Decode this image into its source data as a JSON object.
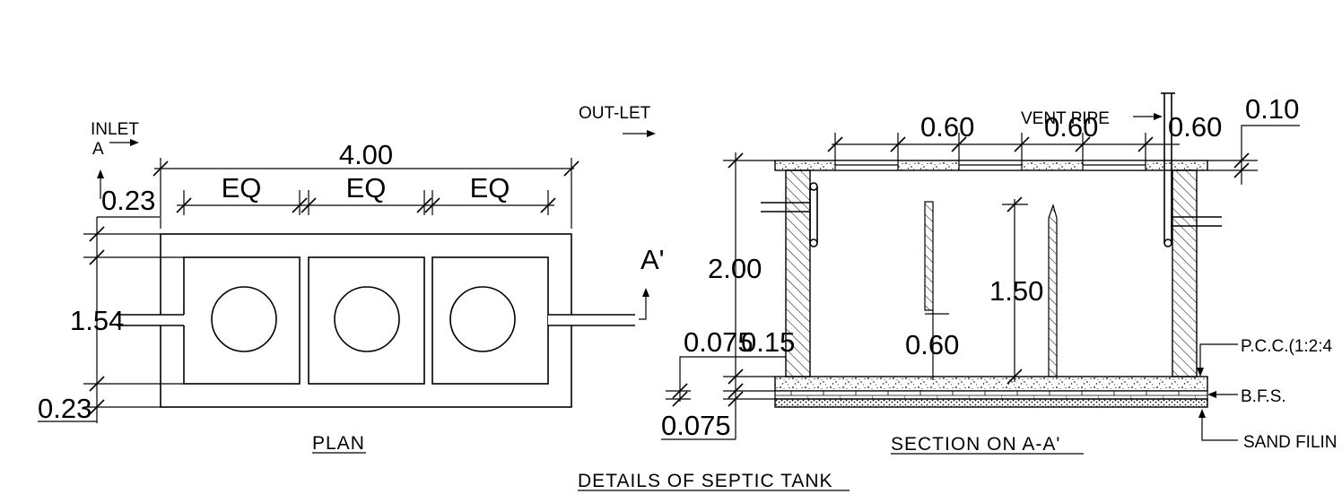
{
  "plan": {
    "overall_length": "4.00",
    "bay_1": "EQ",
    "bay_2": "EQ",
    "bay_3": "EQ",
    "top_wall": "0.23",
    "inner_width": "1.54",
    "bottom_wall": "0.23",
    "inlet_label": "INLET",
    "section_start": "A",
    "outlet_label": "OUT-LET",
    "section_end": "A'",
    "caption": "PLAN"
  },
  "section": {
    "opening_1": "0.60",
    "opening_2": "0.60",
    "opening_3": "0.60",
    "slab_thickness": "0.10",
    "vent_pipe_label": "VENT PIPE",
    "total_height": "2.00",
    "baffle_height": "1.50",
    "baffle_gap": "0.60",
    "layer_1": "0.075",
    "layer_2": "0.15",
    "layer_3": "0.075",
    "pcc_label": "P.C.C.(1:2:4",
    "bfs_label": "B.F.S.",
    "sand_label": "SAND FILIN",
    "caption": "SECTION ON A-A'"
  },
  "drawing_title": "DETAILS OF SEPTIC TANK",
  "colors": {
    "line": "#000000",
    "background": "#ffffff"
  }
}
